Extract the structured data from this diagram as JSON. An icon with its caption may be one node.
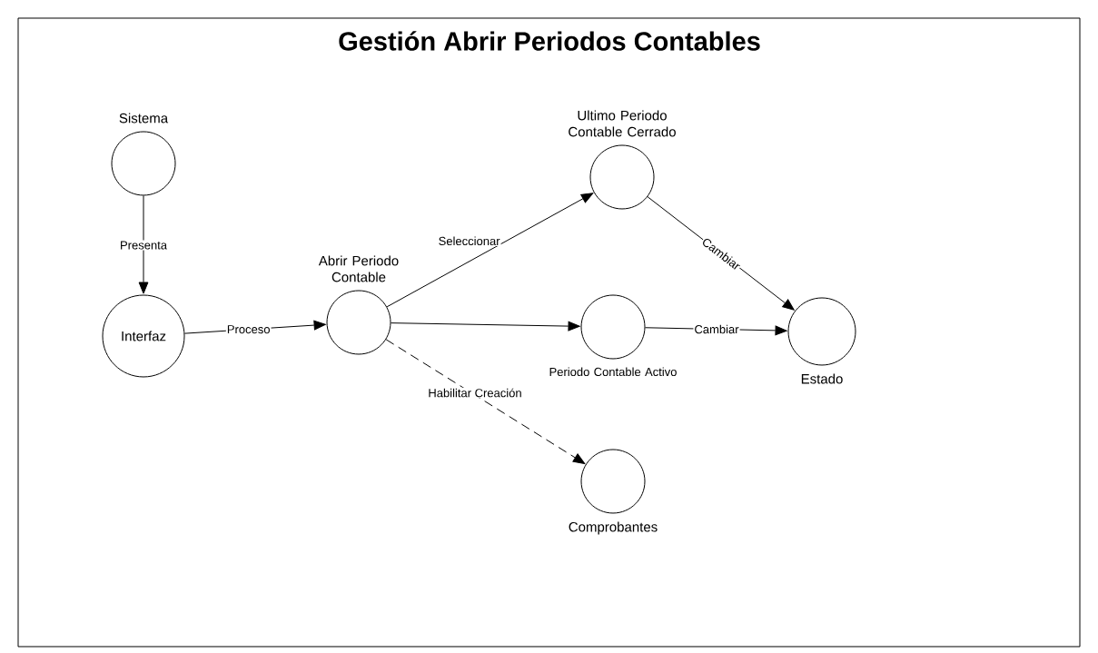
{
  "diagram": {
    "title": "Gestión Abrir Periodos Contables",
    "nodes": [
      {
        "text": [
          "Sistema"
        ]
      },
      {
        "text": [
          "Interfaz"
        ]
      },
      {
        "text": [
          "Abrir Periodo Contable"
        ]
      },
      {
        "text": [
          "Ultimo Periodo Contable Cerrado"
        ]
      },
      {
        "text": [
          "Periodo Contable Activo"
        ]
      },
      {
        "text": [
          "Estado"
        ]
      },
      {
        "text": [
          "Comprobantes"
        ]
      }
    ],
    "edges": [
      {
        "from": 0,
        "to": 1,
        "arrow": "to",
        "label": "Presenta"
      },
      {
        "from": 1,
        "to": 2,
        "arrow": "to",
        "label": "Proceso"
      },
      {
        "from": 2,
        "to": 3,
        "arrow": "to",
        "label": "Seleccionar"
      },
      {
        "from": 2,
        "to": 4,
        "arrow": "to"
      },
      {
        "from": 4,
        "to": 5,
        "arrow": "to",
        "label": "Cambiar"
      },
      {
        "from": 3,
        "to": 5,
        "arrow": "to",
        "label": "Cambiar"
      },
      {
        "from": 2,
        "to": 6,
        "arrow": "to",
        "label": "Habilitar Creación",
        "style": "dashed"
      }
    ]
  }
}
